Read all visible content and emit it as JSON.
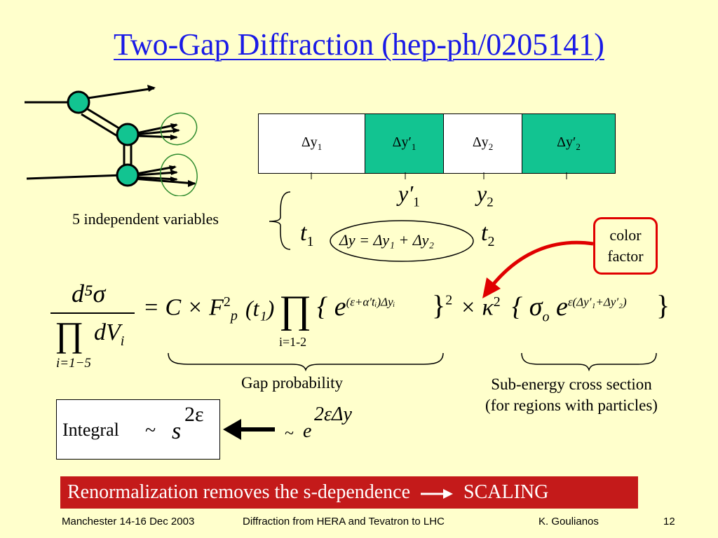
{
  "slide": {
    "title": "Two-Gap Diffraction (hep-ph/0205141)",
    "gaps": [
      {
        "label": "Δy",
        "sub": "1",
        "prime": "",
        "color": "white",
        "width": 152
      },
      {
        "label": "Δy",
        "sub": "1",
        "prime": "′",
        "color": "green",
        "width": 112
      },
      {
        "label": "Δy",
        "sub": "2",
        "prime": "",
        "color": "white",
        "width": 112
      },
      {
        "label": "Δy",
        "sub": "2",
        "prime": "′",
        "color": "green",
        "width": 132
      }
    ],
    "variables_label": "5 independent variables",
    "vars": {
      "y1p": "y′",
      "y1p_sub": "1",
      "y2": "y",
      "y2_sub": "2",
      "t1": "t",
      "t1_sub": "1",
      "t2": "t",
      "t2_sub": "2",
      "relation": "Δy = Δy₁ + Δy₂"
    },
    "color_factor": [
      "color",
      "factor"
    ],
    "formula": {
      "num": "d⁵σ",
      "den_prod": "∏",
      "den_var": "dV",
      "den_sub": "i",
      "den_range": "i=1−5",
      "eq_lhs": "= C × F",
      "fp_sup": "2",
      "fp_sub": "p",
      "arg": "(t₁)",
      "prod": "∏",
      "prod_range": "i=1-2",
      "gap_term": "{ e",
      "gap_exp": "(ε+α′tᵢ)Δyᵢ",
      "gap_close": "}",
      "gap_pow": "2",
      "times_kappa": "× κ",
      "kappa_pow": "2",
      "sub_open": "{ σ",
      "sigma_sub": "o",
      "sub_e": "e",
      "sub_exp": "ε(Δy′₁+Δy′₂)",
      "sub_close": "}"
    },
    "gap_probability": "Gap probability",
    "sub_energy": [
      "Sub-energy cross section",
      "(for regions with particles)"
    ],
    "integral": {
      "label": "Integral",
      "tilde": "~",
      "s": "s",
      "exp": "2ε"
    },
    "rhs": {
      "tilde": "~",
      "e": "e",
      "exp": "2εΔy"
    },
    "banner": {
      "text": "Renormalization removes the s-dependence",
      "result": "SCALING"
    },
    "footer": {
      "left": "Manchester 14-16 Dec 2003",
      "center": "Diffraction from HERA and Tevatron to LHC",
      "author": "K. Goulianos",
      "page": "12"
    },
    "colors": {
      "background": "#ffffcc",
      "title": "#1a1ae6",
      "green": "#12c491",
      "banner": "#c41a1a",
      "arrow": "#e00000"
    }
  }
}
